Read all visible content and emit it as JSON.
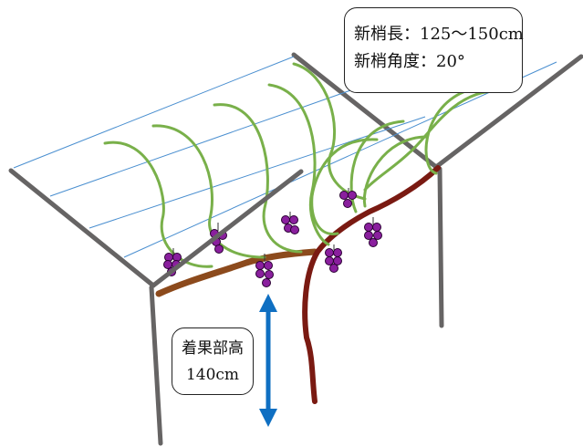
{
  "spec_callout": {
    "shoot_length": "新梢長：125～150cm",
    "shoot_angle": "新梢角度：20°"
  },
  "height_callout": {
    "label": "着果部高",
    "value": "140cm"
  },
  "colors": {
    "frame": "#666464",
    "wire": "#4a8fd0",
    "shoot": "#79b04a",
    "vine": "#7a1a12",
    "cordon": "#8c4a1c",
    "grape": "#8a1f9e",
    "arrow": "#0f6fc2"
  }
}
